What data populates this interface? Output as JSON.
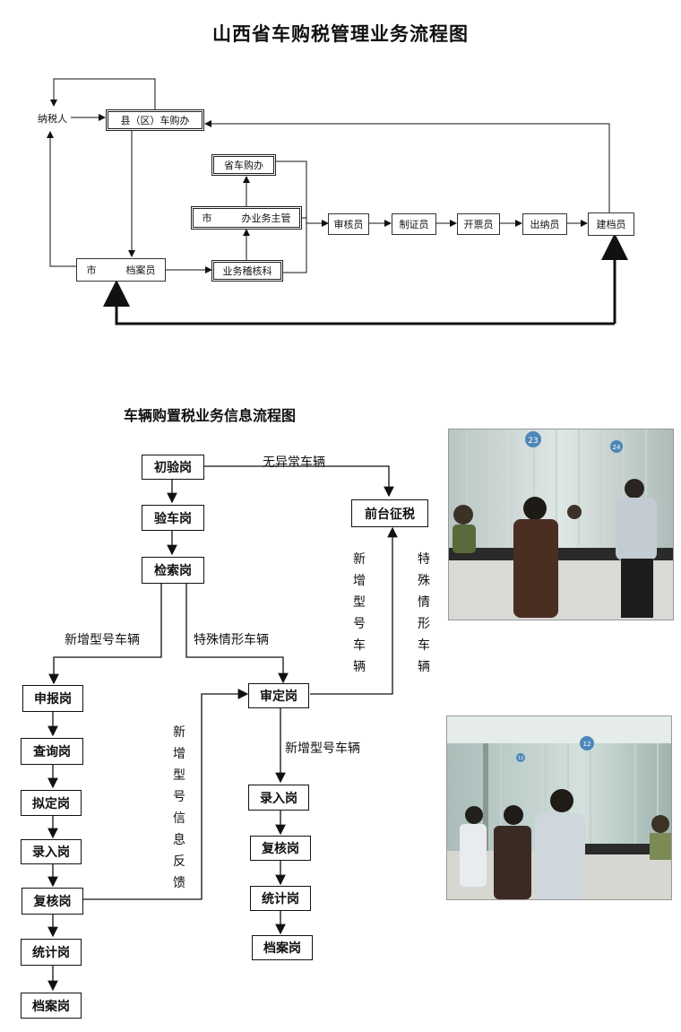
{
  "diagram1": {
    "title": "山西省车购税管理业务流程图",
    "nodes": {
      "taxpayer": "纳税人",
      "county_office": "县（区）车购办",
      "province_office": "省车购办",
      "city_supervisor": "市　　　办业务主管",
      "city_archivist": "市　　　档案员",
      "business_review": "业务稽核科",
      "auditor": "审核员",
      "voucher_maker": "制证员",
      "invoice_issuer": "开票员",
      "cashier": "出纳员",
      "archive_builder": "建档员"
    }
  },
  "diagram2": {
    "title": "车辆购置税业务信息流程图",
    "nodes": {
      "initial_check": "初验岗",
      "vehicle_check": "验车岗",
      "retrieval": "检索岗",
      "front_tax": "前台征税",
      "declare": "申报岗",
      "query": "查询岗",
      "draft": "拟定岗",
      "entry_left": "录入岗",
      "recheck_left": "复核岗",
      "stats_left": "统计岗",
      "archive_left": "档案岗",
      "approve": "审定岗",
      "entry_right": "录入岗",
      "recheck_right": "复核岗",
      "stats_right": "统计岗",
      "archive_right": "档案岗"
    },
    "labels": {
      "normal_vehicle": "无异常车辆",
      "new_model_left": "新增型号车辆",
      "special_case": "特殊情形车辆",
      "new_model_vertical": "新增型号车辆",
      "special_vertical": "特殊情形车辆",
      "new_model_feedback": "新增型号信息反馈",
      "new_model_bottom": "新增型号车辆"
    }
  },
  "photos": {
    "counter_numbers": [
      "23",
      "24",
      "12",
      "12"
    ]
  }
}
